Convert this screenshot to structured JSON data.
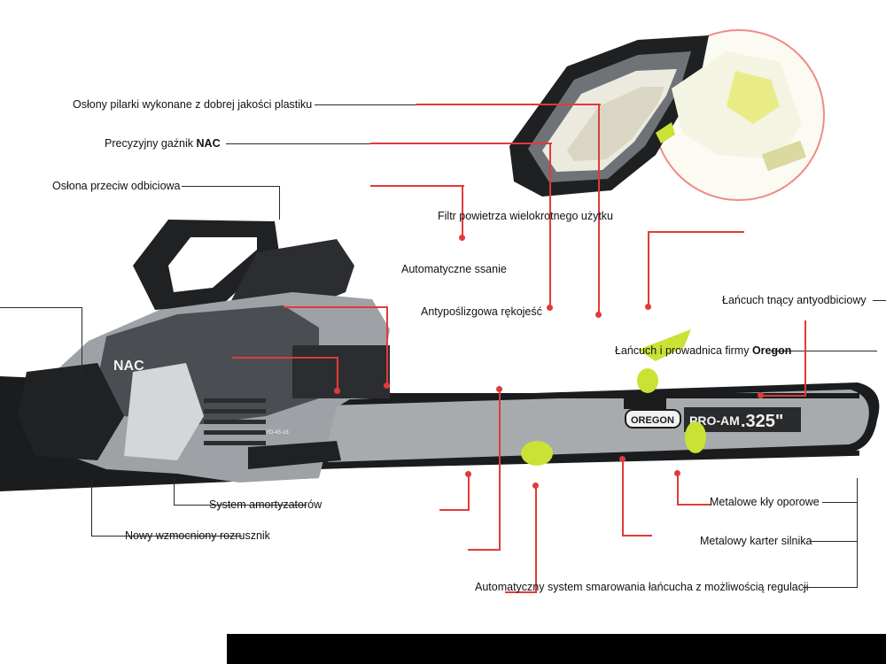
{
  "colors": {
    "accent_line": "#e23a3a",
    "lime": "#c9e234",
    "dark_body": "#2b2d30",
    "grey_body": "#9ea2a6"
  },
  "labels": {
    "housing": "Osłony pilarki wykonane z dobrej jakości plastiku",
    "carburetor_pre": "Precyzyjny gaźnik ",
    "carburetor_brand": "NAC",
    "kickback_guard": "Osłona przeciw odbiciowa",
    "air_filter": "Filtr powietrza wielokrotnego użytku",
    "auto_choke": "Automatyczne ssanie",
    "anti_vibration": "Antypoślizgowa rękojeść",
    "chain_antikick": "Łańcuch tnący antyodbiciowy",
    "chain_bar_pre": "Łańcuch i prowadnica firmy ",
    "chain_bar_brand": "Oregon",
    "dampers": "System amortyzatorów",
    "starter": "Nowy wzmocniony rozrusznik",
    "spikes": "Metalowe kły oporowe",
    "crankcase": "Metalowy karter silnika",
    "oiler": "Automatyczny system smarowania łańcucha z możliwością regulacji"
  },
  "product": {
    "bar_brand": "OREGON",
    "bar_series": "PRO-AM",
    "bar_pitch": ".325\"",
    "body_badge": "NAC",
    "model_code": "YD-45-18"
  }
}
